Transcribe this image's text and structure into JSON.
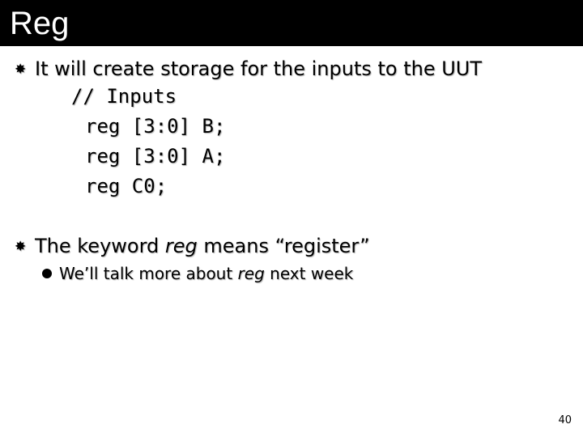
{
  "slide": {
    "title": "Reg",
    "bullets": [
      {
        "glyph": "✸",
        "text": "It will create storage for the inputs to the UUT"
      },
      {
        "glyph": "✸",
        "text_before": "The keyword ",
        "text_emphasis": "reg",
        "text_after": " means “register”"
      }
    ],
    "code_lines": [
      "// Inputs",
      "reg [3:0] B;",
      "reg [3:0] A;",
      "reg C0;"
    ],
    "sub_bullet": {
      "text_before": "We’ll talk more about ",
      "text_emphasis": "reg",
      "text_after": " next week"
    },
    "page_number": "40"
  },
  "colors": {
    "title_bar": "#000000",
    "title_text": "#ffffff",
    "body_text": "#000000",
    "text_shadow": "#b5b5b5"
  }
}
